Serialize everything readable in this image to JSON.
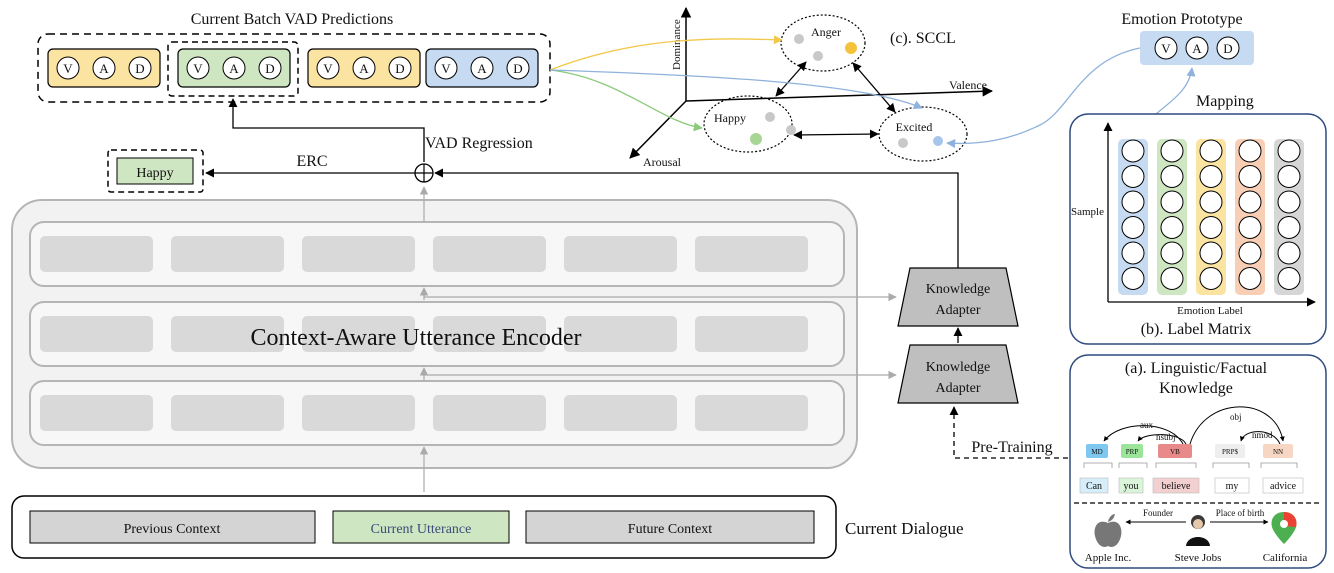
{
  "batch": {
    "title": "Current Batch VAD Predictions",
    "groups": [
      {
        "v": "V",
        "a": "A",
        "d": "D",
        "color": "#fbe3a1"
      },
      {
        "v": "V",
        "a": "A",
        "d": "D",
        "color": "#cfe6c2"
      },
      {
        "v": "V",
        "a": "A",
        "d": "D",
        "color": "#fbe3a1"
      },
      {
        "v": "V",
        "a": "A",
        "d": "D",
        "color": "#c6dbf2"
      }
    ]
  },
  "labels": {
    "vad_regression": "VAD Regression",
    "erc": "ERC",
    "happy_output": "Happy",
    "encoder": "Context-Aware Utterance Encoder",
    "knowledge_adapter_line1": "Knowledge",
    "knowledge_adapter_line2": "Adapter",
    "pre_training": "Pre-Training",
    "current_dialogue": "Current Dialogue",
    "previous_context": "Previous Context",
    "current_utterance": "Current Utterance",
    "future_context": "Future Context"
  },
  "sccl": {
    "title": "(c). SCCL",
    "axis_dominance": "Dominance",
    "axis_valence": "Valence",
    "axis_arousal": "Arousal",
    "cluster_anger": "Anger",
    "cluster_happy": "Happy",
    "cluster_excited": "Excited"
  },
  "prototype": {
    "title": "Emotion Prototype",
    "v": "V",
    "a": "A",
    "d": "D",
    "mapping": "Mapping"
  },
  "label_matrix": {
    "caption": "(b). Label Matrix",
    "ylabel": "Sample",
    "xlabel": "Emotion Label",
    "column_colors": [
      "#c6dbf2",
      "#cfe6c2",
      "#fbe3a1",
      "#f8cfb5",
      "#d6d6d6"
    ]
  },
  "knowledge": {
    "title_line1": "(a). Linguistic/Factual",
    "title_line2": "Knowledge",
    "arc_aux": "aux",
    "arc_nsubj": "nsubj",
    "arc_obj": "obj",
    "arc_nmod": "nmod",
    "pos_tags": [
      {
        "tag": "MD",
        "color": "#7ec8f0"
      },
      {
        "tag": "PRP",
        "color": "#9be59b"
      },
      {
        "tag": "VB",
        "color": "#e98a8a"
      },
      {
        "tag": "PRP$",
        "color": "#eeeeee"
      },
      {
        "tag": "NN",
        "color": "#f7d6c4"
      }
    ],
    "words": [
      {
        "w": "Can",
        "color": "#d6eef9"
      },
      {
        "w": "you",
        "color": "#daf5da"
      },
      {
        "w": "believe",
        "color": "#f3d0d0"
      },
      {
        "w": "my",
        "color": "#ffffff"
      },
      {
        "w": "advice",
        "color": "#ffffff"
      }
    ],
    "rel_founder": "Founder",
    "rel_birth": "Place of birth",
    "entity_apple": "Apple Inc.",
    "entity_jobs": "Steve Jobs",
    "entity_california": "California"
  }
}
